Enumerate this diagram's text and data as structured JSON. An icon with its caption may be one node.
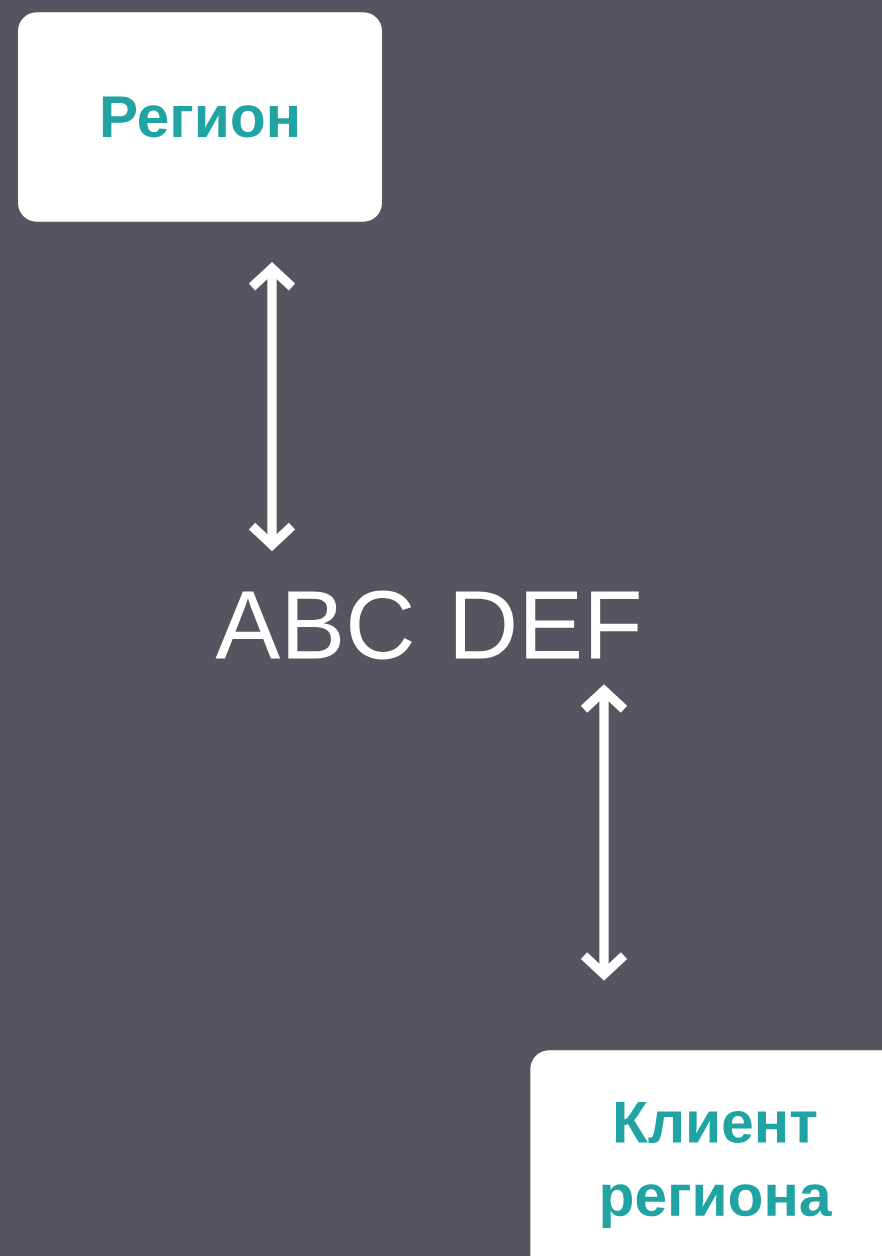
{
  "diagram": {
    "nodes": [
      {
        "text": [
          "Регион"
        ]
      },
      {
        "text": [
          "ABC DEF"
        ]
      },
      {
        "text": [
          "Клиент региона"
        ]
      }
    ],
    "edges": [
      {
        "from": 0,
        "to": 1,
        "arrow": "both"
      },
      {
        "from": 1,
        "to": 2,
        "arrow": "both"
      }
    ]
  }
}
